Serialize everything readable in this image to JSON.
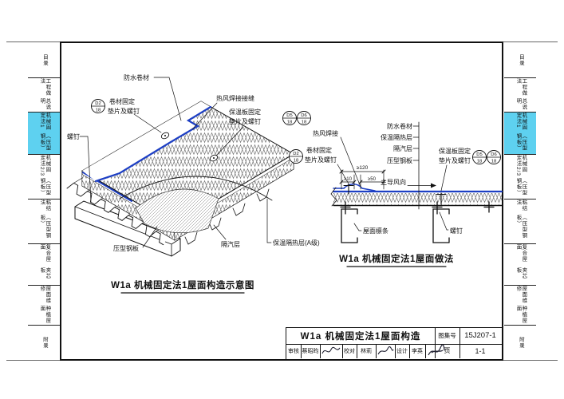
{
  "colors": {
    "tab_highlight": "#5ED1F0",
    "membrane_blue": "#1D3FC4",
    "line": "#111111",
    "paper": "#ffffff"
  },
  "sidebar": {
    "tabs": [
      {
        "main": "目录",
        "sub": "",
        "active": false
      },
      {
        "main": "工程做法",
        "sub": "总说明",
        "active": false
      },
      {
        "main": "机械固定法1",
        "sub": "（压型钢板）",
        "active": true
      },
      {
        "main": "机械固定法2/3",
        "sub": "（压型钢板）",
        "active": false
      },
      {
        "main": "粘结法",
        "sub": "（压型钢板）",
        "active": false
      },
      {
        "main": "复合屋面",
        "sub": "夹芯板",
        "active": false
      },
      {
        "main": "屋面维修",
        "sub": "种植屋面",
        "active": false
      },
      {
        "main": "附录",
        "sub": "",
        "active": false
      }
    ]
  },
  "left_diagram": {
    "labels": {
      "waterproof": "防水卷材",
      "fix1a": "卷材固定",
      "fix1b": "垫片及螺钉",
      "weld": "热风焊接接缝",
      "fix2a": "保温板固定",
      "fix2b": "垫片及螺钉",
      "screw": "螺钉",
      "deck": "压型钢板",
      "vapor": "隔汽层",
      "insulation": "保温隔热层(A级)",
      "caption": "W1a 机械固定法1屋面构造示意图"
    },
    "bubbles": [
      {
        "t": "D2",
        "b": "18"
      },
      {
        "t": "D5",
        "b": "18"
      },
      {
        "t": "D6",
        "b": "18"
      }
    ]
  },
  "right_diagram": {
    "labels": {
      "weld": "热风焊接",
      "waterproof": "防水卷材",
      "insulation": "保温隔热层",
      "vapor": "隔汽层",
      "deck": "压型钢板",
      "fix1a": "卷材固定",
      "fix1b": "垫片及螺钉",
      "fix2a": "保温板固定",
      "fix2b": "垫片及螺钉",
      "wind": "主导风向",
      "purlin": "屋面檩条",
      "screw": "螺钉",
      "caption": "W1a 机械固定法1屋面做法"
    },
    "dims": {
      "total": "≥120",
      "left": "≥10",
      "right": "≥50"
    },
    "bubbles": [
      {
        "t": "D2",
        "b": "18"
      },
      {
        "t": "D5",
        "b": "18"
      },
      {
        "t": "D6",
        "b": "18"
      }
    ]
  },
  "titleblock": {
    "title": "W1a 机械固定法1屋面构造",
    "atlas_label": "图集号",
    "atlas_no": "15J207-1",
    "page_label": "页",
    "page_no": "1-1",
    "reviewer_label": "审核",
    "reviewer": "蔡昭昀",
    "checker_label": "校对",
    "checker": "林莉",
    "designer_label": "设计",
    "designer": "李英"
  }
}
